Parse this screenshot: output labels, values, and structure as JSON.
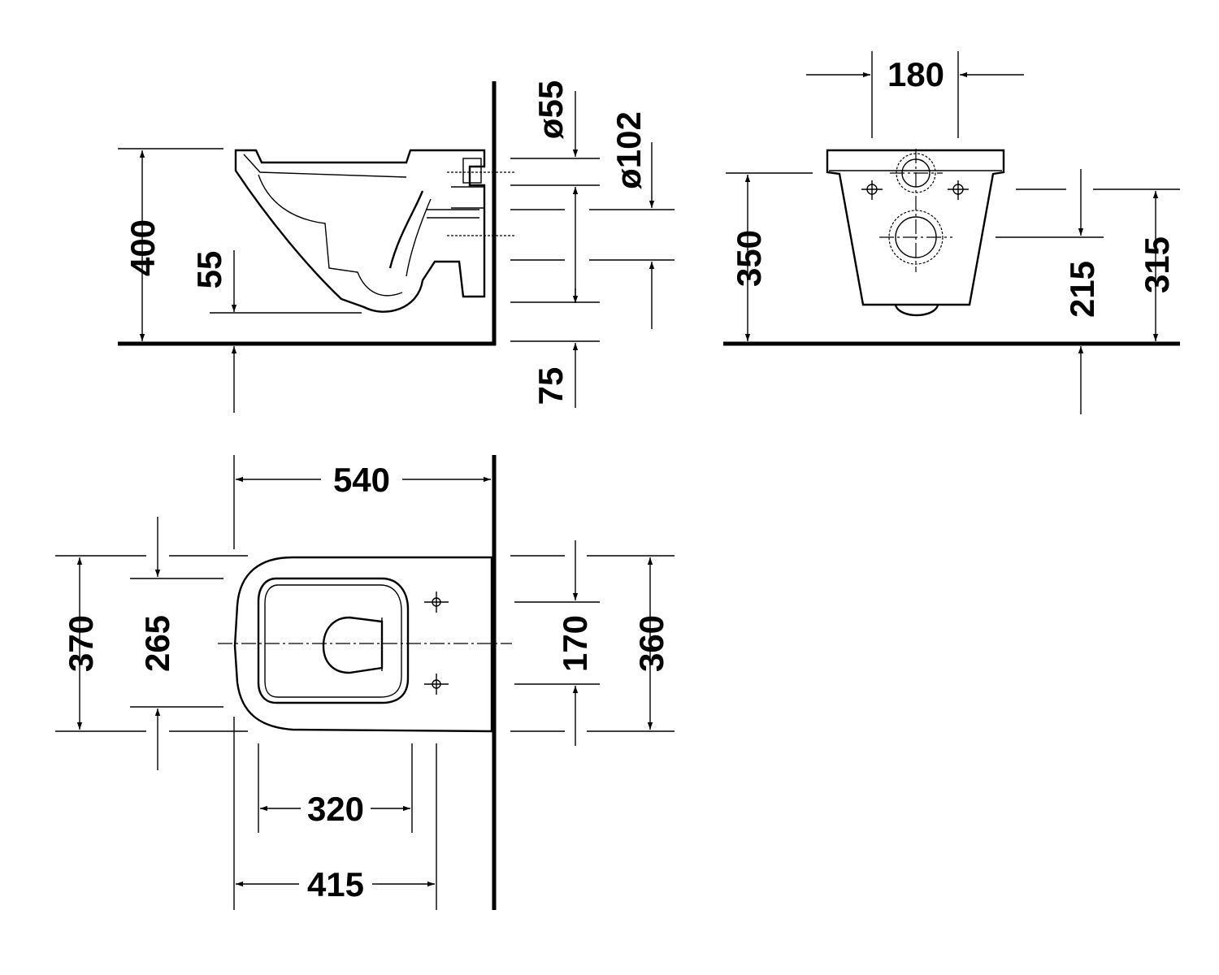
{
  "side_view": {
    "labels": {
      "height_400": "400",
      "seat_55": "55",
      "dia_55": "ø55",
      "dia_102": "ø102",
      "floor_75": "75"
    }
  },
  "front_view": {
    "labels": {
      "width_180": "180",
      "height_350": "350",
      "height_215": "215",
      "height_315": "315"
    }
  },
  "top_view": {
    "labels": {
      "length_540": "540",
      "width_370": "370",
      "width_265": "265",
      "spacing_170": "170",
      "width_360": "360",
      "inner_320": "320",
      "inner_415": "415"
    }
  }
}
